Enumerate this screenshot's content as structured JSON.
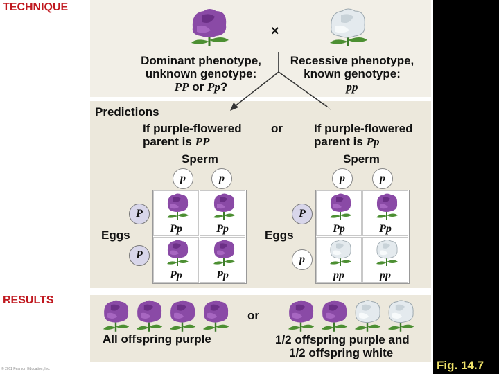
{
  "technique_label": "TECHNIQUE",
  "results_label": "RESULTS",
  "cross_symbol": "×",
  "dominant": {
    "line1": "Dominant phenotype,",
    "line2": "unknown genotype:",
    "g1": "PP",
    "or": " or ",
    "g2": "Pp",
    "q": "?"
  },
  "recessive": {
    "line1": "Recessive phenotype,",
    "line2": "known genotype:",
    "g": "pp"
  },
  "predictions": {
    "title": "Predictions",
    "or": "or",
    "left": {
      "line1": "If purple-flowered",
      "line2_prefix": "parent is ",
      "line2_g": "PP",
      "sperm": "Sperm",
      "eggs": "Eggs",
      "sperm_alleles": [
        "p",
        "p"
      ],
      "egg_alleles": [
        "P",
        "P"
      ],
      "cells": [
        "Pp",
        "Pp",
        "Pp",
        "Pp"
      ]
    },
    "right": {
      "line1": "If purple-flowered",
      "line2_prefix": "parent is ",
      "line2_g": "Pp",
      "sperm": "Sperm",
      "eggs": "Eggs",
      "sperm_alleles": [
        "p",
        "p"
      ],
      "egg_alleles": [
        "P",
        "p"
      ],
      "cells": [
        "Pp",
        "Pp",
        "pp",
        "pp"
      ]
    }
  },
  "results": {
    "or": "or",
    "left_text": "All offspring purple",
    "right_line1_frac": "1/2",
    "right_line1_text": " offspring purple and",
    "right_line2_frac": "1/2",
    "right_line2_text": " offspring white"
  },
  "fig_label": "Fig. 14.7",
  "copyright": "© 2011 Pearson Education, Inc.",
  "colors": {
    "accent_red": "#c0181f",
    "purple_flower": "#8a4aa6",
    "white_flower": "#dfe6ea",
    "fig_label": "#f0e36a"
  },
  "icons": {
    "purple": "purple-flower-icon",
    "white": "white-flower-icon"
  }
}
